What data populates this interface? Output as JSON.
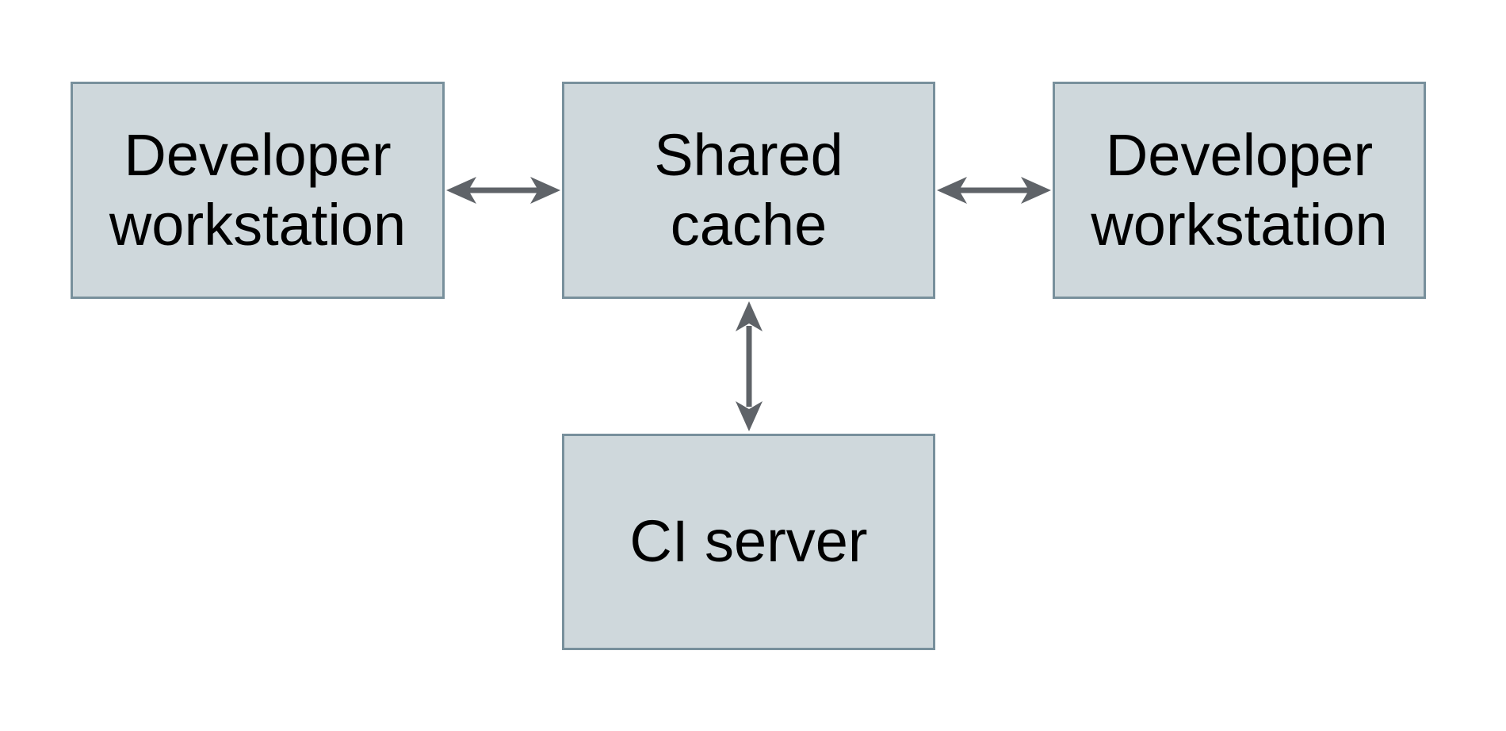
{
  "diagram": {
    "type": "architecture-flow",
    "background_color": "#ffffff",
    "node_fill_color": "#cfd8dc",
    "node_border_color": "#78909c",
    "arrow_color": "#5f6368",
    "text_color": "#000000",
    "nodes": [
      {
        "id": "developer-workstation-left",
        "label": "Developer workstation",
        "lines": [
          "Developer",
          "workstation"
        ]
      },
      {
        "id": "shared-cache",
        "label": "Shared cache",
        "lines": [
          "Shared",
          "cache"
        ]
      },
      {
        "id": "developer-workstation-right",
        "label": "Developer workstation",
        "lines": [
          "Developer",
          "workstation"
        ]
      },
      {
        "id": "ci-server",
        "label": "CI server",
        "lines": [
          "CI server"
        ]
      }
    ],
    "edges": [
      {
        "from": "developer-workstation-left",
        "to": "shared-cache",
        "direction": "bidirectional"
      },
      {
        "from": "shared-cache",
        "to": "developer-workstation-right",
        "direction": "bidirectional"
      },
      {
        "from": "shared-cache",
        "to": "ci-server",
        "direction": "bidirectional"
      }
    ]
  }
}
